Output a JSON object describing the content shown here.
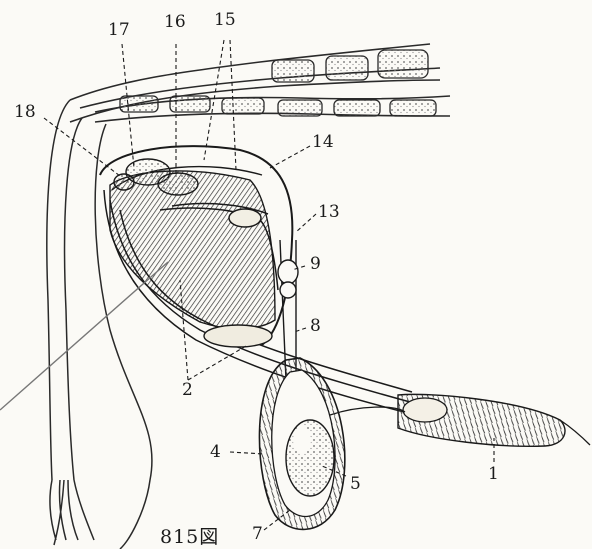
{
  "figure": {
    "caption": "815図",
    "labels": {
      "l1": "1",
      "l2": "2",
      "l4": "4",
      "l5": "5",
      "l7": "7",
      "l8": "8",
      "l9": "9",
      "l13": "13",
      "l14": "14",
      "l15": "15",
      "l16": "16",
      "l17": "17",
      "l18": "18"
    }
  }
}
